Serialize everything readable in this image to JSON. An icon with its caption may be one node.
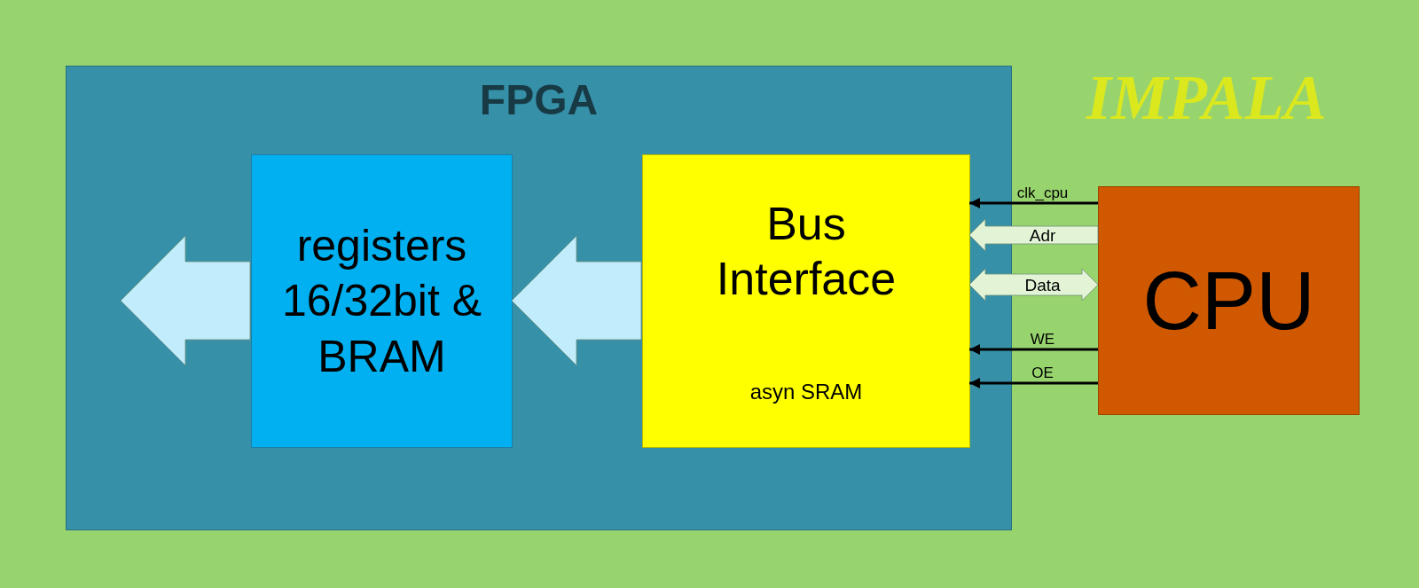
{
  "diagram": {
    "title": "IMPALA",
    "nodes": [
      {
        "text": [
          "FPGA"
        ]
      },
      {
        "text": [
          "registers 16/32bit & BRAM"
        ],
        "in": 0
      },
      {
        "text": [
          "Bus Interface",
          "asyn SRAM"
        ],
        "in": 0
      },
      {
        "text": [
          "CPU"
        ]
      }
    ],
    "edges": [
      {
        "from": 3,
        "to": 2,
        "arrow": "to",
        "label": "clk_cpu"
      },
      {
        "from": 3,
        "to": 2,
        "arrow": "to",
        "label": "Adr",
        "style": "thick",
        "color": "#e2f3d6"
      },
      {
        "from": 3,
        "to": 2,
        "arrow": "both",
        "label": "Data",
        "style": "thick",
        "color": "#e2f3d6"
      },
      {
        "from": 3,
        "to": 2,
        "arrow": "to",
        "label": "WE"
      },
      {
        "from": 3,
        "to": 2,
        "arrow": "to",
        "label": "OE"
      },
      {
        "from": 2,
        "to": 1,
        "arrow": "to",
        "style": "thick",
        "color": "#c0ecfc"
      },
      {
        "from": 1,
        "to": null,
        "arrow": "to",
        "style": "thick",
        "color": "#c0ecfc"
      }
    ]
  }
}
